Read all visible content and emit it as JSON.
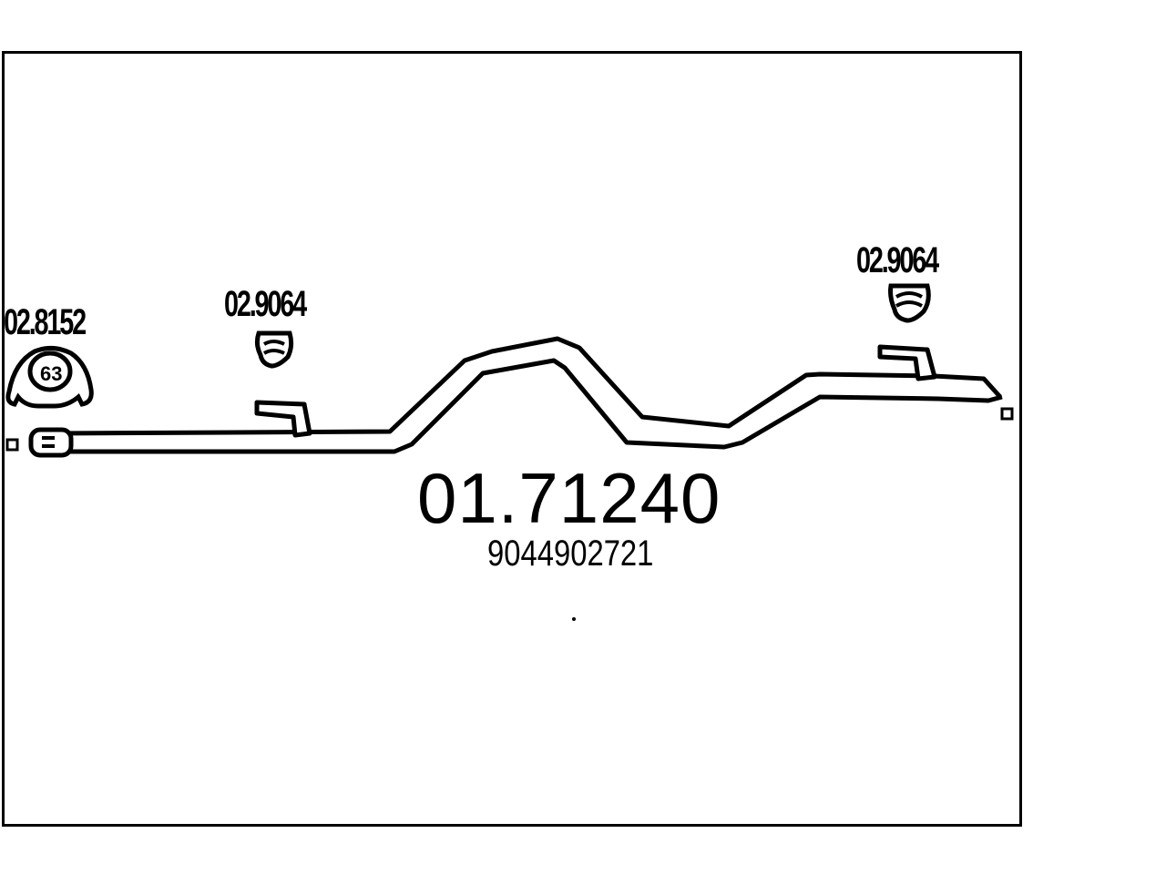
{
  "diagram": {
    "part_number": "01.71240",
    "oem_number": "9044902721",
    "labels": {
      "mount_left": "02.8152",
      "hanger_middle": "02.9064",
      "hanger_right": "02.9064"
    },
    "mount_badge": "63"
  }
}
